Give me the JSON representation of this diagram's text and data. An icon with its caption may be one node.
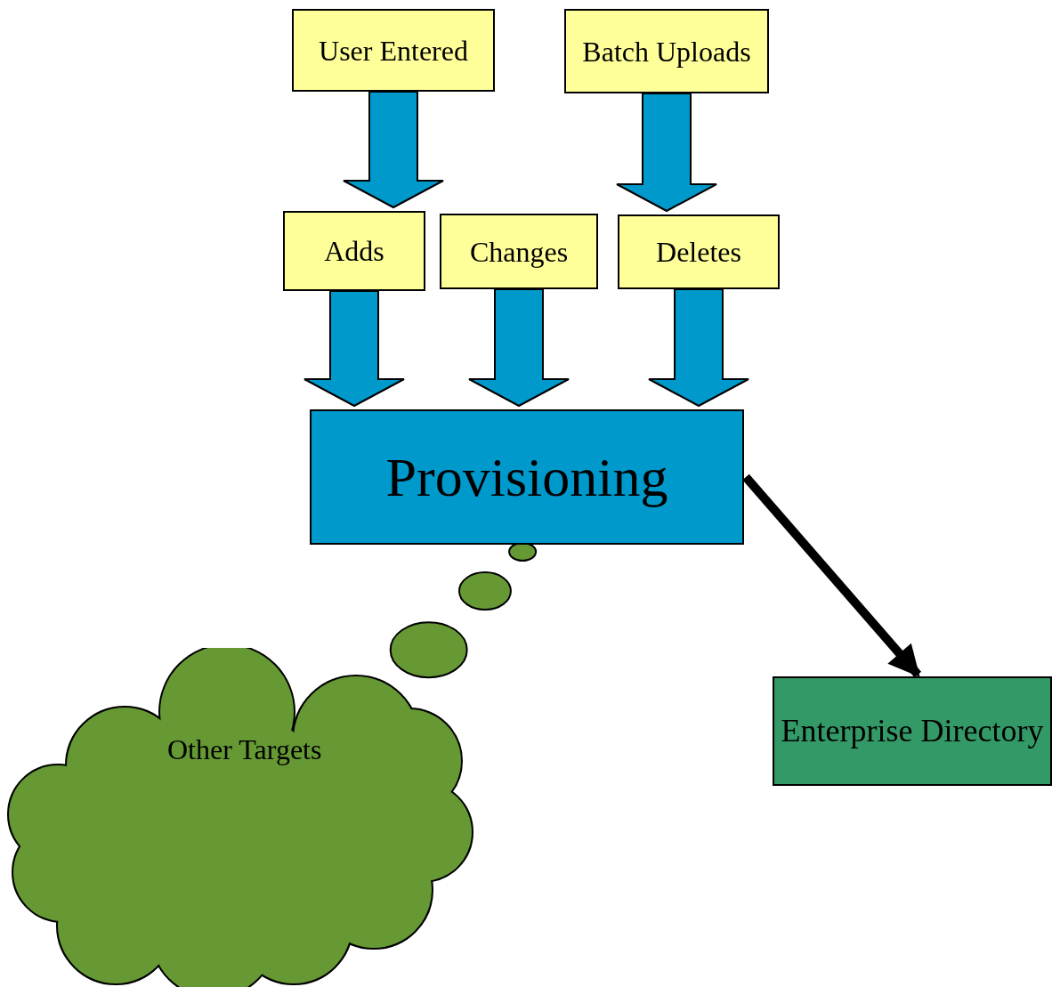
{
  "diagram": {
    "nodes": [
      {
        "text": [
          "User Entered"
        ]
      },
      {
        "text": [
          "Batch Uploads"
        ]
      },
      {
        "text": [
          "Adds"
        ]
      },
      {
        "text": [
          "Changes"
        ]
      },
      {
        "text": [
          "Deletes"
        ]
      },
      {
        "text": [
          "Provisioning"
        ]
      },
      {
        "text": [
          "Enterprise Directory"
        ]
      },
      {
        "text": [
          "Other Targets"
        ]
      }
    ],
    "edges": [
      {
        "from": 0,
        "to": 2,
        "arrow": "to",
        "style": "thick"
      },
      {
        "from": 1,
        "to": 4,
        "arrow": "to",
        "style": "thick"
      },
      {
        "from": 2,
        "to": 5,
        "arrow": "to",
        "style": "thick"
      },
      {
        "from": 3,
        "to": 5,
        "arrow": "to",
        "style": "thick"
      },
      {
        "from": 4,
        "to": 5,
        "arrow": "to",
        "style": "thick"
      },
      {
        "from": 5,
        "to": 6,
        "arrow": "to",
        "color": "#000000"
      },
      {
        "from": 5,
        "to": 7,
        "arrow": "none",
        "style": "dashed"
      }
    ]
  }
}
